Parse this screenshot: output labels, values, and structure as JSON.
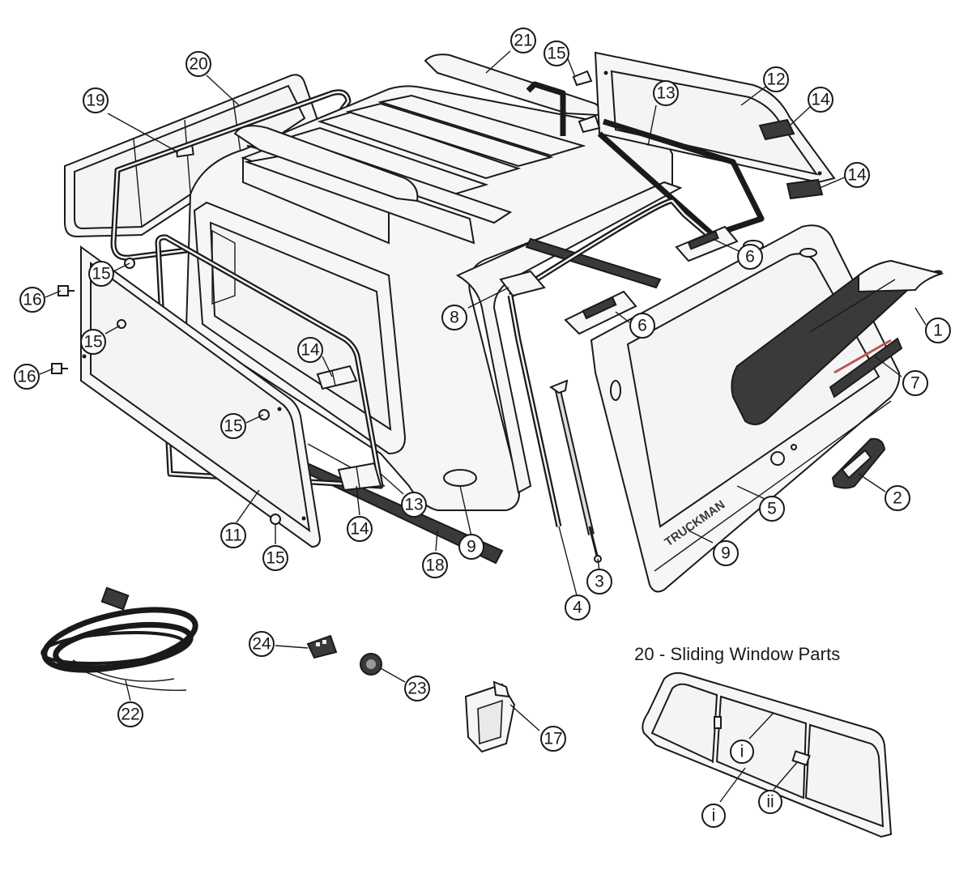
{
  "inset_title": "20 - Sliding Window Parts",
  "brand_text": "TRUCKMAN",
  "callouts": [
    {
      "id": "c1",
      "label": "1"
    },
    {
      "id": "c2",
      "label": "2"
    },
    {
      "id": "c3",
      "label": "3"
    },
    {
      "id": "c4",
      "label": "4"
    },
    {
      "id": "c5",
      "label": "5"
    },
    {
      "id": "c6a",
      "label": "6"
    },
    {
      "id": "c6b",
      "label": "6"
    },
    {
      "id": "c7",
      "label": "7"
    },
    {
      "id": "c8",
      "label": "8"
    },
    {
      "id": "c9a",
      "label": "9"
    },
    {
      "id": "c9b",
      "label": "9"
    },
    {
      "id": "c11",
      "label": "11"
    },
    {
      "id": "c12",
      "label": "12"
    },
    {
      "id": "c13a",
      "label": "13"
    },
    {
      "id": "c13b",
      "label": "13"
    },
    {
      "id": "c14a",
      "label": "14"
    },
    {
      "id": "c14b",
      "label": "14"
    },
    {
      "id": "c14c",
      "label": "14"
    },
    {
      "id": "c14d",
      "label": "14"
    },
    {
      "id": "c15a",
      "label": "15"
    },
    {
      "id": "c15b",
      "label": "15"
    },
    {
      "id": "c15c",
      "label": "15"
    },
    {
      "id": "c15d",
      "label": "15"
    },
    {
      "id": "c15e",
      "label": "15"
    },
    {
      "id": "c16a",
      "label": "16"
    },
    {
      "id": "c16b",
      "label": "16"
    },
    {
      "id": "c17",
      "label": "17"
    },
    {
      "id": "c18",
      "label": "18"
    },
    {
      "id": "c19",
      "label": "19"
    },
    {
      "id": "c20",
      "label": "20"
    },
    {
      "id": "c21",
      "label": "21"
    },
    {
      "id": "c22",
      "label": "22"
    },
    {
      "id": "c23",
      "label": "23"
    },
    {
      "id": "c24",
      "label": "24"
    },
    {
      "id": "ci1",
      "label": "i"
    },
    {
      "id": "ci2",
      "label": "i"
    },
    {
      "id": "cii",
      "label": "ii"
    }
  ]
}
